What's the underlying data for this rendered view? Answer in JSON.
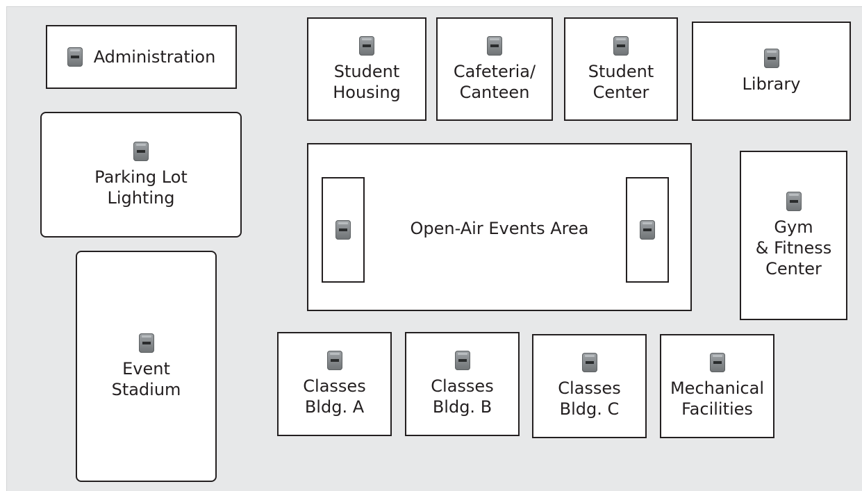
{
  "campus": {
    "administration": "Administration",
    "student_housing": "Student\nHousing",
    "cafeteria": "Cafeteria/\nCanteen",
    "student_center": "Student\nCenter",
    "library": "Library",
    "parking_lot": "Parking Lot\nLighting",
    "open_air": "Open-Air Events Area",
    "gym": "Gym\n& Fitness\nCenter",
    "event_stadium": "Event\nStadium",
    "classes_a": "Classes\nBldg. A",
    "classes_b": "Classes\nBldg. B",
    "classes_c": "Classes\nBldg. C",
    "mechanical": "Mechanical\nFacilities"
  },
  "icons": {
    "meter": "meter-icon"
  },
  "colors": {
    "background": "#e7e8e9",
    "building_fill": "#ffffff",
    "outline": "#231f20"
  }
}
